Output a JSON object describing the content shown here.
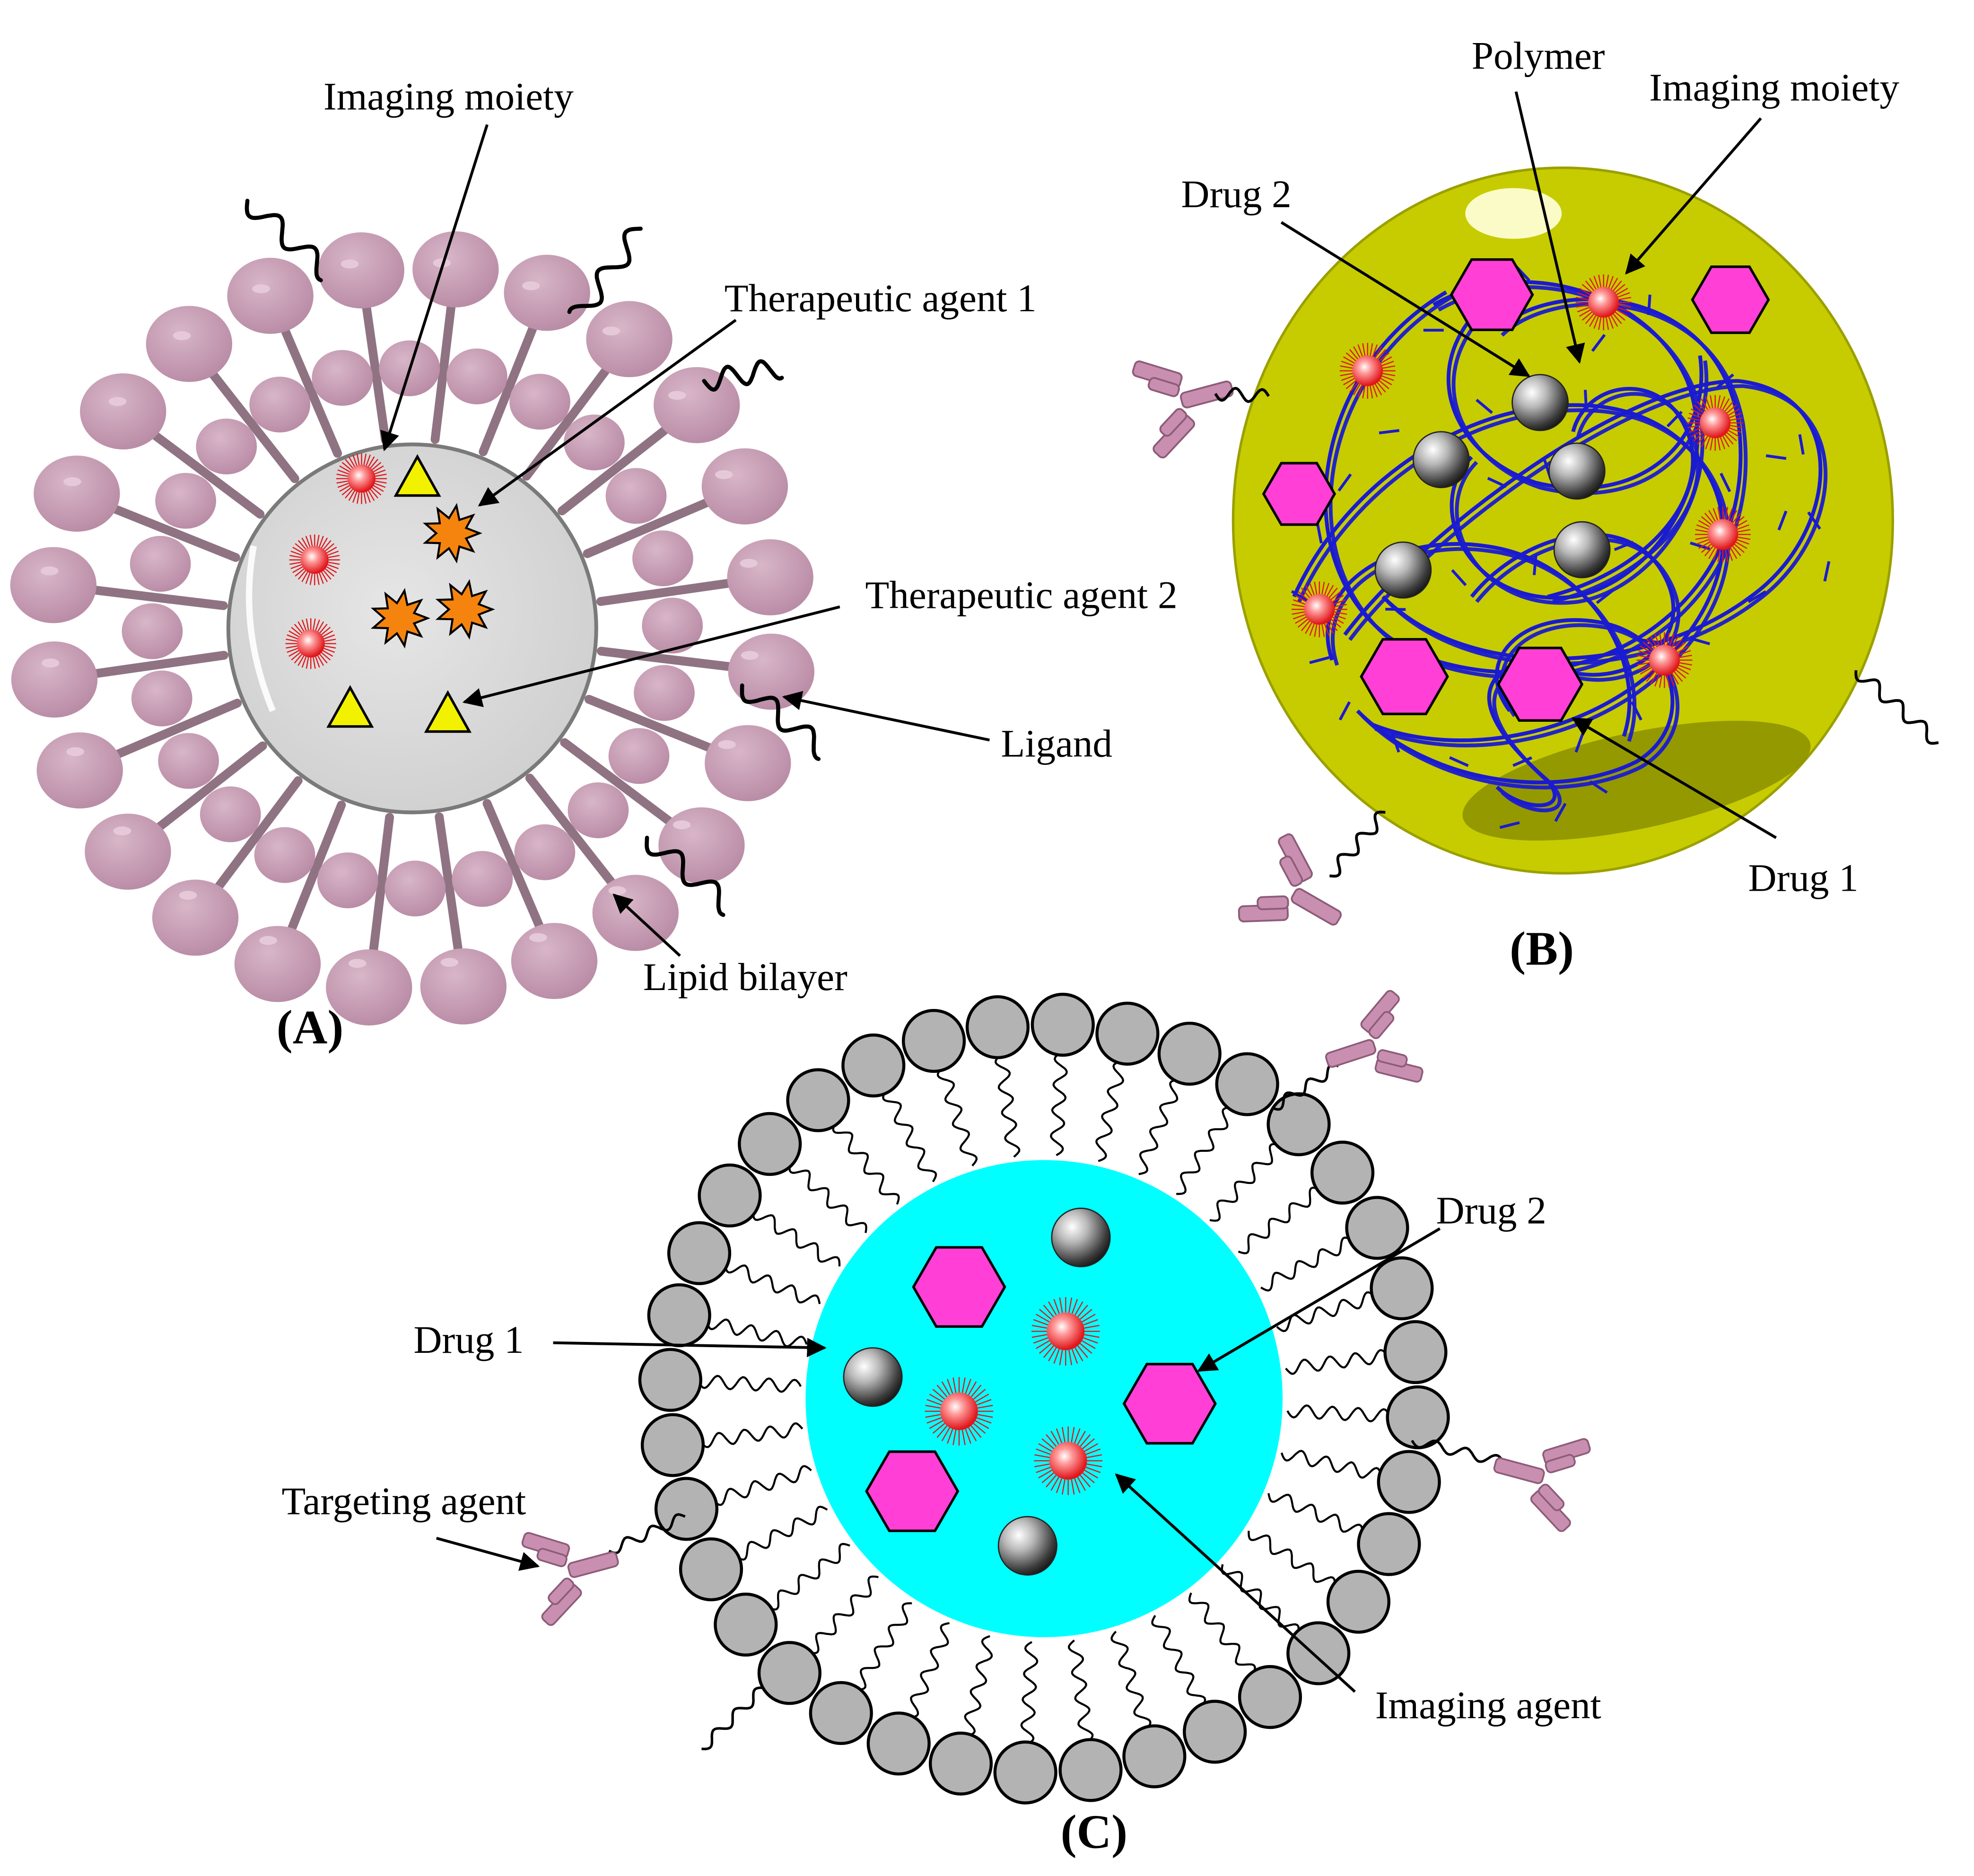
{
  "colors": {
    "lipid_head": "#c497b0",
    "lipid_tail": "#8f7383",
    "liposome_core": "#d9d9d9",
    "imaging_red": "#e0161b",
    "therapeutic_orange": "#f5840f",
    "triangle_yellow": "#f2f200",
    "polymer_particle": "#c6cc00",
    "polymer_chain": "#1a1ad1",
    "drug_hexagon": "#ff3fd6",
    "micelle_core": "#00ffff",
    "micelle_head": "#b3b3b3",
    "antibody": "#c98fb1"
  },
  "panel_a": {
    "panel_label": "(A)",
    "labels": {
      "imaging": "Imaging moiety",
      "ther1": "Therapeutic agent 1",
      "ther2": "Therapeutic agent 2",
      "ligand": "Ligand",
      "lipid": "Lipid bilayer"
    },
    "icons": [
      "liposome-icon",
      "imaging-moiety-icon",
      "therapeutic-agent-star-icon",
      "therapeutic-agent-triangle-icon",
      "ligand-squiggle-icon"
    ]
  },
  "panel_b": {
    "panel_label": "(B)",
    "labels": {
      "polymer": "Polymer",
      "imaging": "Imaging moiety",
      "drug2": "Drug 2",
      "drug1": "Drug 1"
    },
    "icons": [
      "polymeric-nanoparticle-icon",
      "polymer-chain-icon",
      "drug-sphere-icon",
      "drug-hexagon-icon",
      "antibody-icon"
    ]
  },
  "panel_c": {
    "panel_label": "(C)",
    "labels": {
      "drug1": "Drug 1",
      "drug2": "Drug 2",
      "targeting": "Targeting agent",
      "imaging": "Imaging agent"
    },
    "icons": [
      "micelle-icon",
      "drug-sphere-icon",
      "drug-hexagon-icon",
      "imaging-agent-icon",
      "antibody-icon"
    ]
  }
}
